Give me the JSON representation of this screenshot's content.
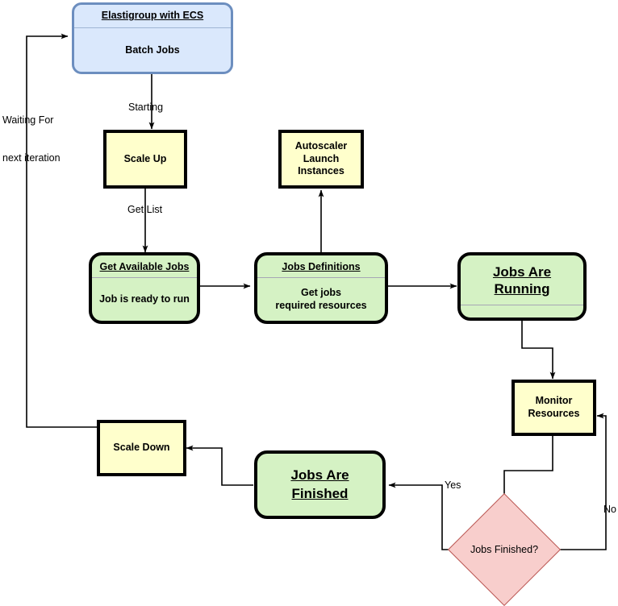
{
  "diagram": {
    "title": "Elastigroup with ECS batch jobs autoscaling flow",
    "colors": {
      "blue_fill": "#dae8fc",
      "blue_stroke": "#6c8ebf",
      "yellow_fill": "#ffffcc",
      "green_fill": "#d5f2c4",
      "pink_fill": "#f8cecc",
      "pink_stroke": "#b85450",
      "edge": "#000000"
    }
  },
  "nodes": {
    "elastigroup": {
      "title": "Elastigroup with ECS",
      "body": "Batch Jobs",
      "shape": "rounded-rectangle",
      "fill": "#dae8fc"
    },
    "scale_up": {
      "label": "Scale Up",
      "shape": "rectangle",
      "fill": "#ffffcc"
    },
    "autoscaler": {
      "line1": "Autoscaler",
      "line2": "Launch",
      "line3": "Instances",
      "shape": "rectangle",
      "fill": "#ffffcc"
    },
    "get_available_jobs": {
      "title": "Get Available Jobs",
      "body": "Job is ready to run",
      "shape": "rounded-rectangle",
      "fill": "#d5f2c4"
    },
    "jobs_definitions": {
      "title": "Jobs Definitions",
      "body_line1": "Get jobs",
      "body_line2": "required resources",
      "shape": "rounded-rectangle",
      "fill": "#d5f2c4"
    },
    "jobs_are_running": {
      "title_line1": "Jobs Are",
      "title_line2": "Running",
      "shape": "rounded-rectangle",
      "fill": "#d5f2c4"
    },
    "monitor_resources": {
      "line1": "Monitor",
      "line2": "Resources",
      "shape": "rectangle",
      "fill": "#ffffcc"
    },
    "jobs_finished_decision": {
      "label": "Jobs Finished?",
      "shape": "diamond",
      "fill": "#f8cecc"
    },
    "jobs_are_finished": {
      "title_line1": "Jobs Are",
      "title_line2": "Finished",
      "shape": "rounded-rectangle",
      "fill": "#d5f2c4"
    },
    "scale_down": {
      "label": "Scale Down",
      "shape": "rectangle",
      "fill": "#ffffcc"
    }
  },
  "edge_labels": {
    "starting": "Starting",
    "get_list": "Get List",
    "waiting_line1": "Waiting For",
    "waiting_line2": "next iteration",
    "yes": "Yes",
    "no": "No"
  }
}
